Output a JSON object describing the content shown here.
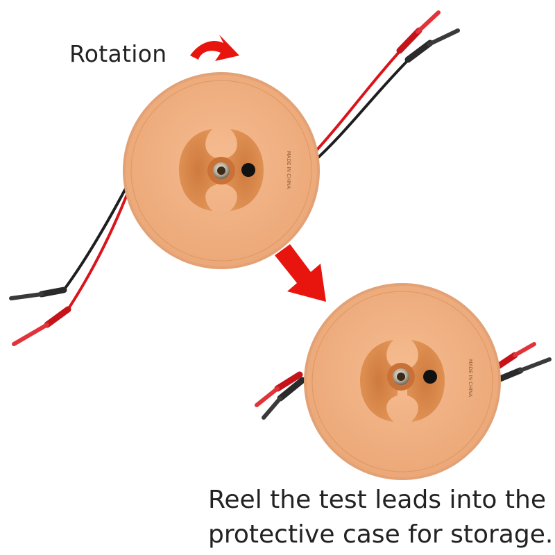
{
  "labels": {
    "rotation": "Rotation",
    "caption_line1": "Reel the test leads into the",
    "caption_line2": "protective case for storage.",
    "reel_stamp": "MADE IN CHINA"
  },
  "colors": {
    "reel_face": "#F0B183",
    "reel_rim": "#E3A275",
    "hub_well": "#D98549",
    "arrow_red": "#E8150F",
    "lead_red": "#D9141A",
    "lead_black": "#1E1E1E",
    "background": "#FFFFFF",
    "text": "#222222"
  }
}
